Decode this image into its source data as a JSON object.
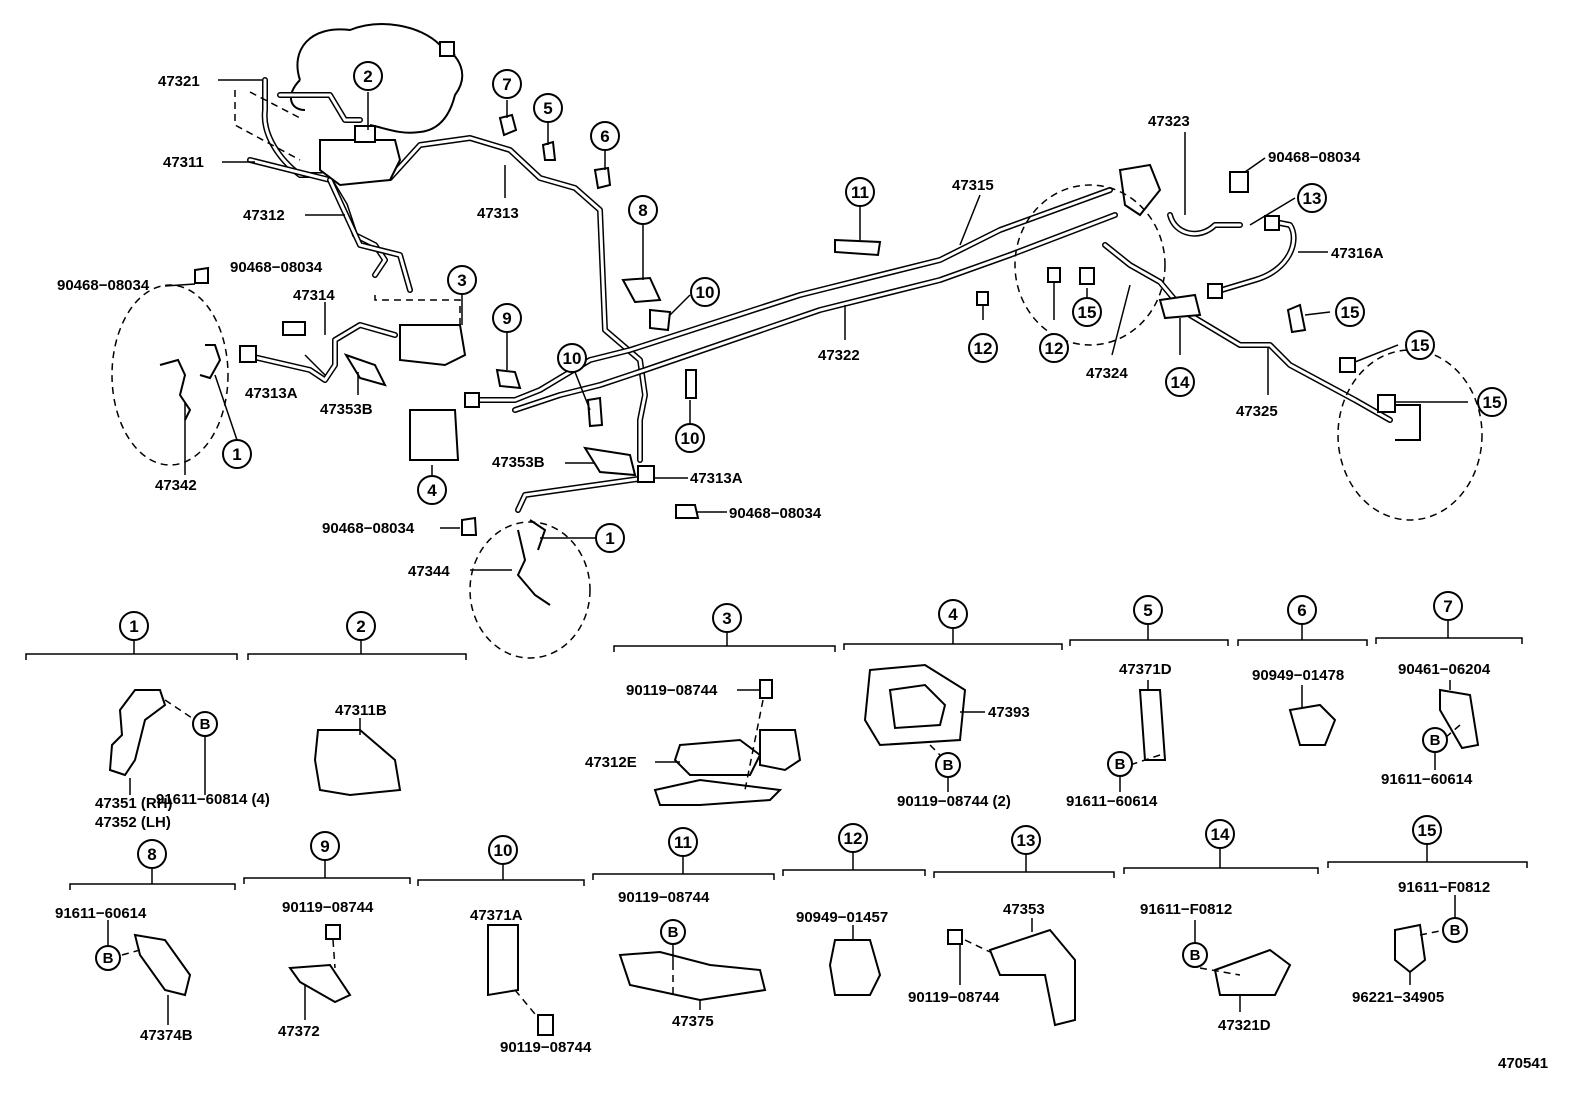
{
  "labels": {
    "p47321": "47321",
    "p47311": "47311",
    "p47312": "47312",
    "p47313": "47313",
    "p90468_a": "90468−08034",
    "p90468_b": "90468−08034",
    "p90468_c": "90468−08034",
    "p90468_d": "90468−08034",
    "p90468_e": "90468−08034",
    "p47314": "47314",
    "p47313A_1": "47313A",
    "p47353B_1": "47353B",
    "p47342": "47342",
    "p47353B_2": "47353B",
    "p47313A_2": "47313A",
    "p47344": "47344",
    "p47322": "47322",
    "p47315": "47315",
    "p47323": "47323",
    "p47316A": "47316A",
    "p47324": "47324",
    "p47325": "47325",
    "p47351": "47351 (RH)",
    "p47352": "47352 (LH)",
    "p91611_60814": "91611−60814 (4)",
    "p47311B": "47311B",
    "p90119_3": "90119−08744",
    "p47312E": "47312E",
    "p47393": "47393",
    "p90119_4": "90119−08744 (2)",
    "p47371D": "47371D",
    "p91611_5": "91611−60614",
    "p90949_6": "90949−01478",
    "p90461_7": "90461−06204",
    "p91611_7": "91611−60614",
    "p91611_8": "91611−60614",
    "p47374B": "47374B",
    "p90119_9": "90119−08744",
    "p47372": "47372",
    "p47371A": "47371A",
    "p90119_10": "90119−08744",
    "p90119_11": "90119−08744",
    "p47375": "47375",
    "p90949_12": "90949−01457",
    "p47353": "47353",
    "p90119_13": "90119−08744",
    "p91611_14": "91611−F0812",
    "p47321D": "47321D",
    "p91611_15": "91611−F0812",
    "p96221": "96221−34905",
    "figure_no": "470541"
  },
  "bolt_marker": "B",
  "callouts": {
    "c1": "1",
    "c2": "2",
    "c3": "3",
    "c4": "4",
    "c5": "5",
    "c6": "6",
    "c7": "7",
    "c8": "8",
    "c9": "9",
    "c10": "10",
    "c11": "11",
    "c12": "12",
    "c13": "13",
    "c14": "14",
    "c15": "15"
  }
}
